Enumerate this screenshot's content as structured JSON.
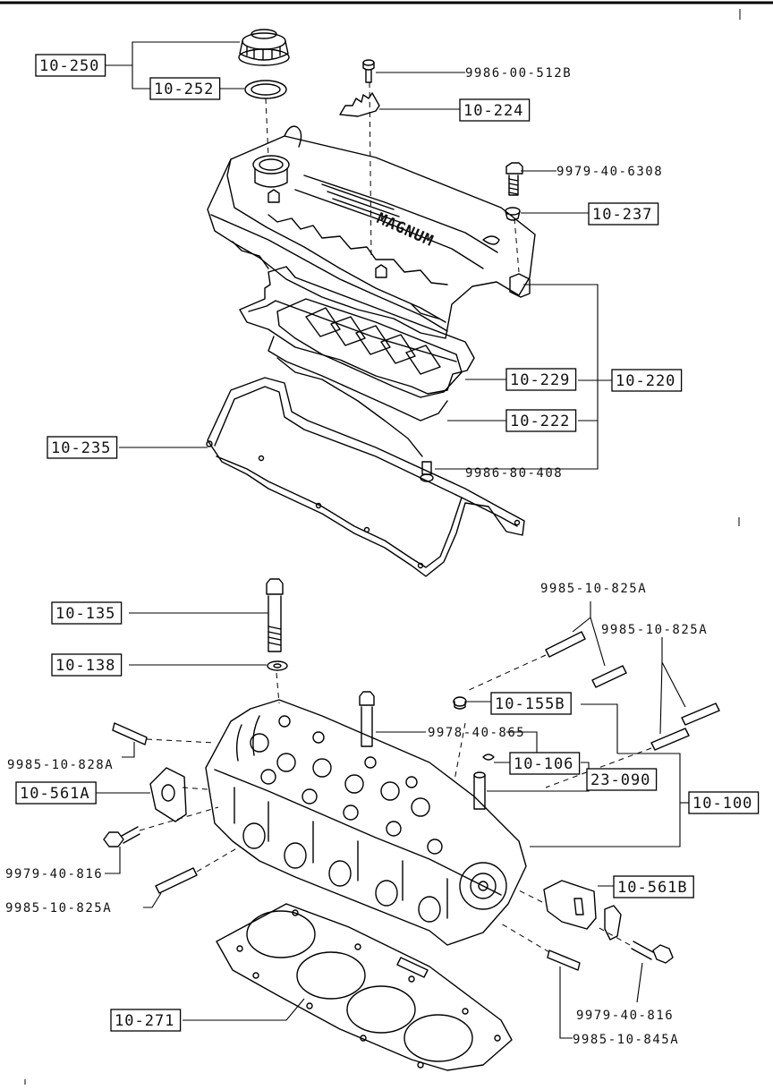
{
  "diagram": {
    "boxed_labels": [
      {
        "id": "b1",
        "text": "10-250"
      },
      {
        "id": "b2",
        "text": "10-252"
      },
      {
        "id": "b3",
        "text": "10-224"
      },
      {
        "id": "b4",
        "text": "10-237"
      },
      {
        "id": "b5",
        "text": "10-229"
      },
      {
        "id": "b6",
        "text": "10-220"
      },
      {
        "id": "b7",
        "text": "10-222"
      },
      {
        "id": "b8",
        "text": "10-235"
      },
      {
        "id": "b9",
        "text": "10-135"
      },
      {
        "id": "b10",
        "text": "10-138"
      },
      {
        "id": "b11",
        "text": "10-155B"
      },
      {
        "id": "b12",
        "text": "10-106"
      },
      {
        "id": "b13",
        "text": "23-090"
      },
      {
        "id": "b14",
        "text": "10-100"
      },
      {
        "id": "b15",
        "text": "10-561A"
      },
      {
        "id": "b16",
        "text": "10-561B"
      },
      {
        "id": "b17",
        "text": "10-271"
      }
    ],
    "plain_labels": [
      {
        "id": "p1",
        "text": "9986-00-512B"
      },
      {
        "id": "p2",
        "text": "9979-40-6308"
      },
      {
        "id": "p3",
        "text": "9986-80-408"
      },
      {
        "id": "p4",
        "text": "9985-10-825A"
      },
      {
        "id": "p5",
        "text": "9985-10-825A"
      },
      {
        "id": "p6",
        "text": "9978-40-865"
      },
      {
        "id": "p7",
        "text": "9985-10-828A"
      },
      {
        "id": "p8",
        "text": "9979-40-816"
      },
      {
        "id": "p9",
        "text": "9985-10-825A"
      },
      {
        "id": "p10",
        "text": "9979-40-816"
      },
      {
        "id": "p11",
        "text": "9985-10-845A"
      }
    ],
    "embossed_text": "MAGNUM"
  }
}
